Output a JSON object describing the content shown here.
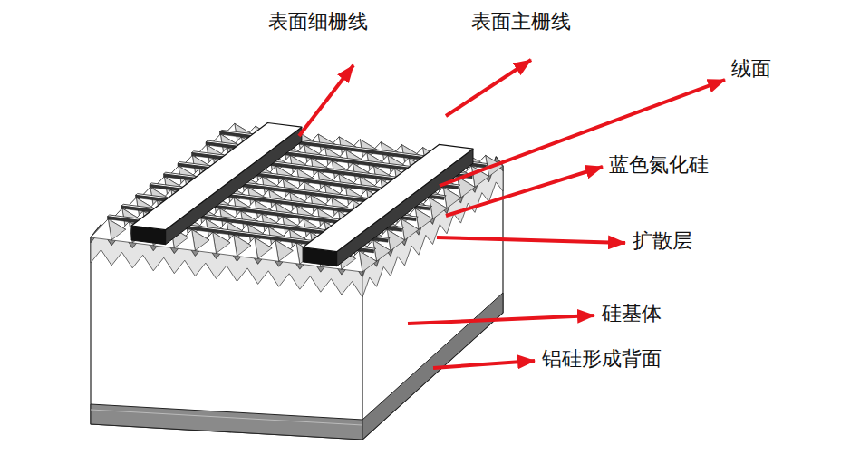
{
  "diagram": {
    "labels": [
      "表面细栅线",
      "表面主栅线",
      "绒面",
      "蓝色氮化硅",
      "扩散层",
      "硅基体",
      "铝硅形成背面"
    ]
  }
}
